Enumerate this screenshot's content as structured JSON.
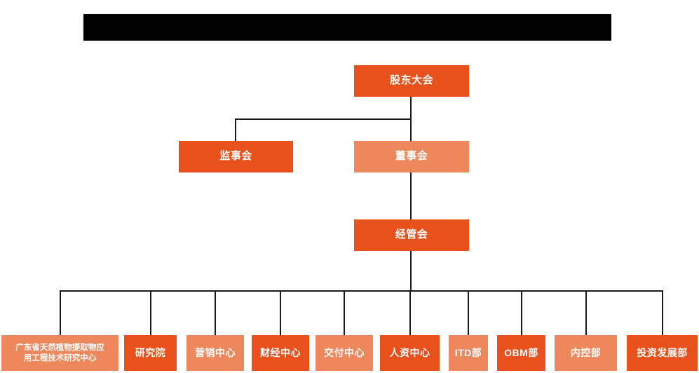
{
  "page": {
    "title_bar": {
      "name": "redacted-title-bar",
      "text": "",
      "color": "#000000"
    },
    "background_color": "#ffffff",
    "colors": {
      "primary_orange": "#E8511B",
      "secondary_orange": "#EE885C",
      "connector": "#1a1a1a",
      "text": "#ffffff"
    }
  },
  "org_chart": {
    "levels": [
      {
        "level": 1,
        "nodes": [
          {
            "id": "shareholders-meeting",
            "label": "股东大会",
            "shade": "primary"
          }
        ]
      },
      {
        "level": 2,
        "nodes": [
          {
            "id": "supervisory-board",
            "label": "监事会",
            "shade": "primary"
          },
          {
            "id": "board-of-directors",
            "label": "董事会",
            "shade": "secondary"
          }
        ]
      },
      {
        "level": 3,
        "nodes": [
          {
            "id": "management-committee",
            "label": "经管会",
            "shade": "primary"
          }
        ]
      },
      {
        "level": 4,
        "nodes": [
          {
            "id": "guangdong-research-center",
            "label": "广东省天然植物提取物应\n用工程技术研究中心",
            "shade": "secondary"
          },
          {
            "id": "research-institute",
            "label": "研究院",
            "shade": "primary"
          },
          {
            "id": "marketing-center",
            "label": "营销中心",
            "shade": "secondary"
          },
          {
            "id": "finance-center",
            "label": "财经中心",
            "shade": "primary"
          },
          {
            "id": "delivery-center",
            "label": "交付中心",
            "shade": "secondary"
          },
          {
            "id": "hr-center",
            "label": "人资中心",
            "shade": "primary"
          },
          {
            "id": "itd-department",
            "label": "ITD部",
            "shade": "secondary"
          },
          {
            "id": "obm-department",
            "label": "OBM部",
            "shade": "primary"
          },
          {
            "id": "internal-control-department",
            "label": "内控部",
            "shade": "secondary"
          },
          {
            "id": "investment-development-department",
            "label": "投资发展部",
            "shade": "primary"
          }
        ]
      }
    ]
  }
}
